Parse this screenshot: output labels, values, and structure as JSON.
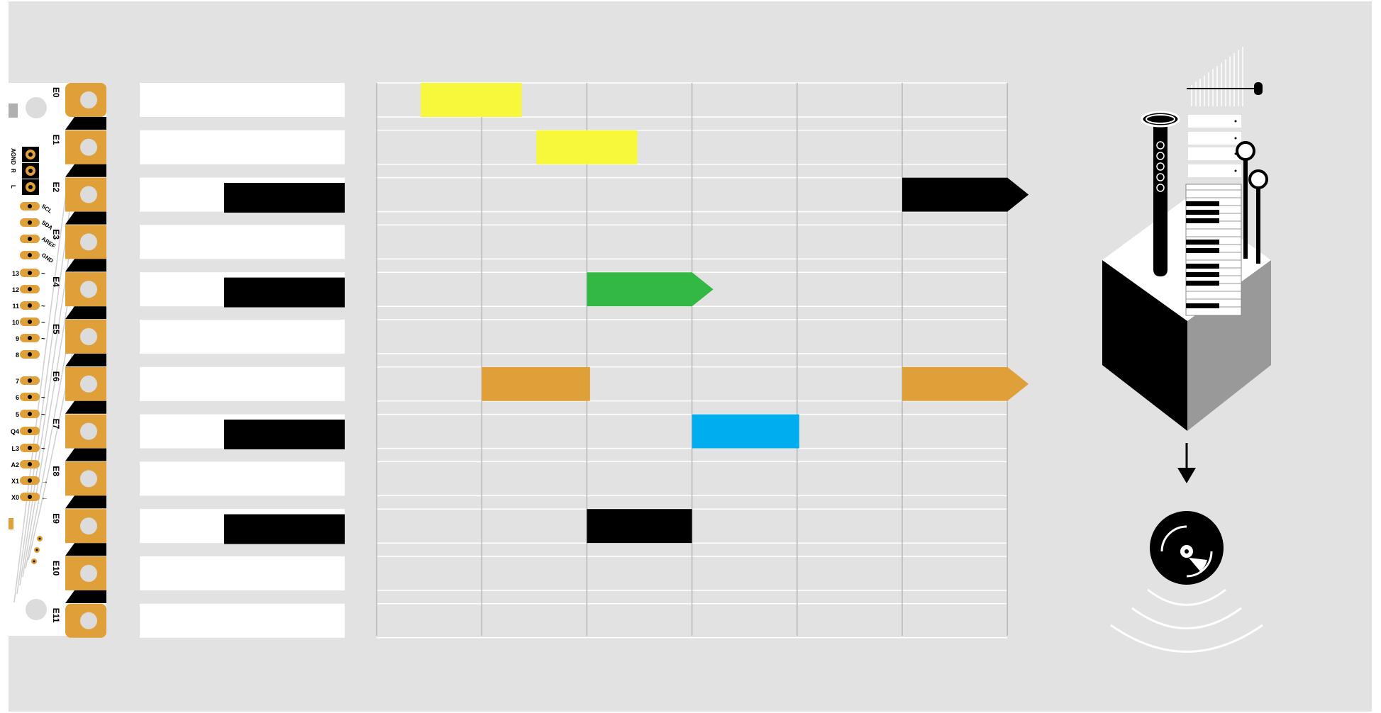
{
  "colors": {
    "background": "#e2e2e2",
    "board_white": "#ffffff",
    "pad_gold": "#dfa03a",
    "key_white": "#ffffff",
    "key_black": "#000000",
    "grid_line": "#b8b8b8",
    "note_yellow": "#f7f83c",
    "note_green": "#33b745",
    "note_orange": "#dfa03a",
    "note_blue": "#00aeef",
    "note_black": "#000000",
    "cube_grey": "#999999"
  },
  "board": {
    "electrodes": [
      "E0",
      "E1",
      "E2",
      "E3",
      "E4",
      "E5",
      "E6",
      "E7",
      "E8",
      "E9",
      "E10",
      "E11"
    ],
    "side_labels": [
      "AGND",
      "R",
      "L"
    ],
    "bus_labels": [
      "SCL",
      "SDA",
      "AREF",
      "GND"
    ],
    "pins": [
      "13",
      "12",
      "11",
      "10",
      "9",
      "8",
      "7",
      "6",
      "5",
      "4",
      "3",
      "2",
      "1",
      "0"
    ],
    "pin_prefixes": [
      "",
      "",
      "",
      "",
      "",
      "",
      "",
      "",
      "",
      "Q",
      "L",
      "A",
      "X",
      "X"
    ],
    "pin_marks": [
      "~",
      "",
      "~",
      "~",
      "~",
      "",
      "",
      "~",
      "~",
      "",
      "~",
      "",
      "→",
      "←"
    ]
  },
  "piano_roll": {
    "rows": 12,
    "columns": 6,
    "notes": [
      {
        "row": 0,
        "start": 0.42,
        "end": 1.38,
        "color": "#f7f83c",
        "arrow": false
      },
      {
        "row": 1,
        "start": 1.52,
        "end": 2.48,
        "color": "#f7f83c",
        "arrow": false
      },
      {
        "row": 2,
        "start": 5.0,
        "end": 6.0,
        "color": "#000000",
        "arrow": true
      },
      {
        "row": 4,
        "start": 2.0,
        "end": 3.0,
        "color": "#33b745",
        "arrow": true
      },
      {
        "row": 6,
        "start": 1.0,
        "end": 2.03,
        "color": "#dfa03a",
        "arrow": false
      },
      {
        "row": 6,
        "start": 5.0,
        "end": 6.0,
        "color": "#dfa03a",
        "arrow": true
      },
      {
        "row": 7,
        "start": 3.0,
        "end": 4.02,
        "color": "#00aeef",
        "arrow": false
      },
      {
        "row": 9,
        "start": 2.0,
        "end": 3.0,
        "color": "#000000",
        "arrow": false
      }
    ]
  },
  "icons": [
    "clarinet-icon",
    "keyboard-icon",
    "slider-icon",
    "cube-icon",
    "arrow-down-icon",
    "speaker-icon",
    "sound-wave-icon"
  ]
}
